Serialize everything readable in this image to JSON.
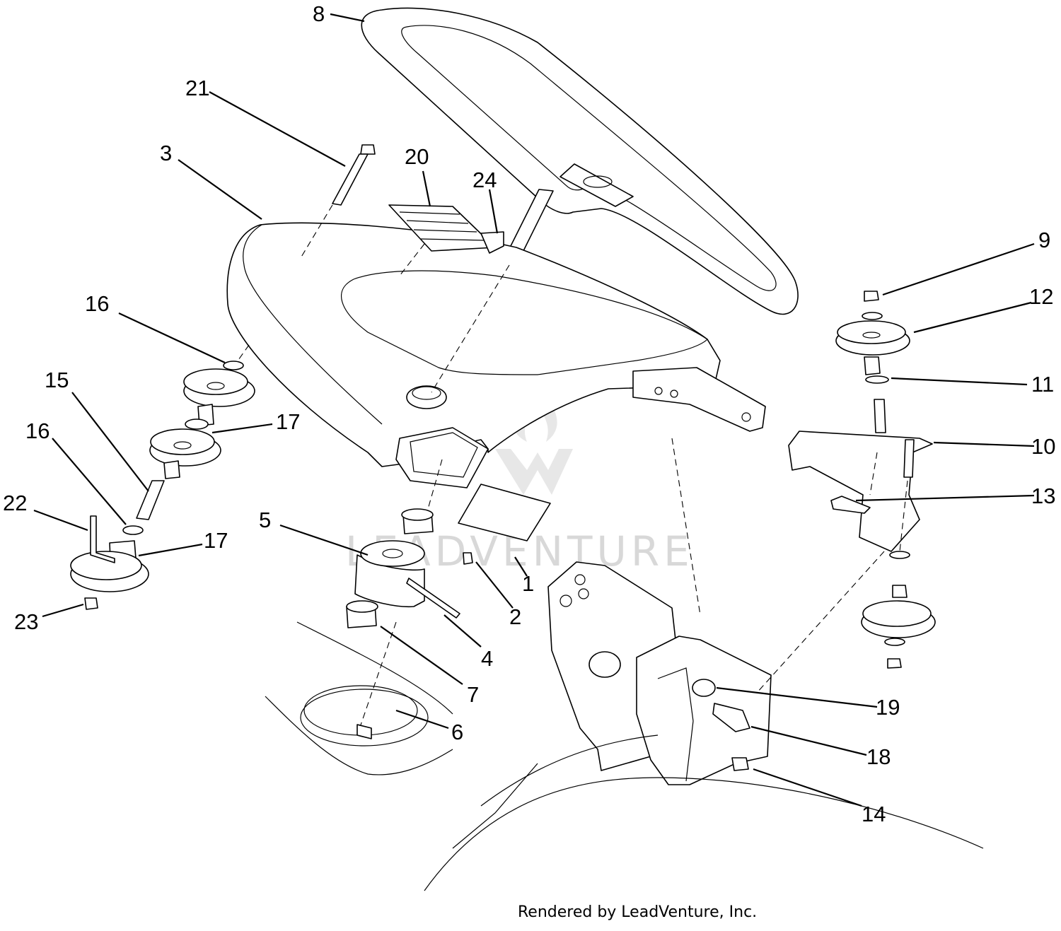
{
  "diagram": {
    "watermark": "LEADVENTURE",
    "credit": "Rendered by LeadVenture, Inc.",
    "callouts": [
      {
        "id": "8",
        "label": "8"
      },
      {
        "id": "21",
        "label": "21"
      },
      {
        "id": "3",
        "label": "3"
      },
      {
        "id": "20",
        "label": "20"
      },
      {
        "id": "24",
        "label": "24"
      },
      {
        "id": "9",
        "label": "9"
      },
      {
        "id": "12",
        "label": "12"
      },
      {
        "id": "16a",
        "label": "16"
      },
      {
        "id": "11",
        "label": "11"
      },
      {
        "id": "15",
        "label": "15"
      },
      {
        "id": "17a",
        "label": "17"
      },
      {
        "id": "16b",
        "label": "16"
      },
      {
        "id": "10",
        "label": "10"
      },
      {
        "id": "22",
        "label": "22"
      },
      {
        "id": "13",
        "label": "13"
      },
      {
        "id": "5",
        "label": "5"
      },
      {
        "id": "17b",
        "label": "17"
      },
      {
        "id": "1",
        "label": "1"
      },
      {
        "id": "23",
        "label": "23"
      },
      {
        "id": "2",
        "label": "2"
      },
      {
        "id": "4",
        "label": "4"
      },
      {
        "id": "7",
        "label": "7"
      },
      {
        "id": "19",
        "label": "19"
      },
      {
        "id": "6",
        "label": "6"
      },
      {
        "id": "18",
        "label": "18"
      },
      {
        "id": "14",
        "label": "14"
      }
    ]
  }
}
